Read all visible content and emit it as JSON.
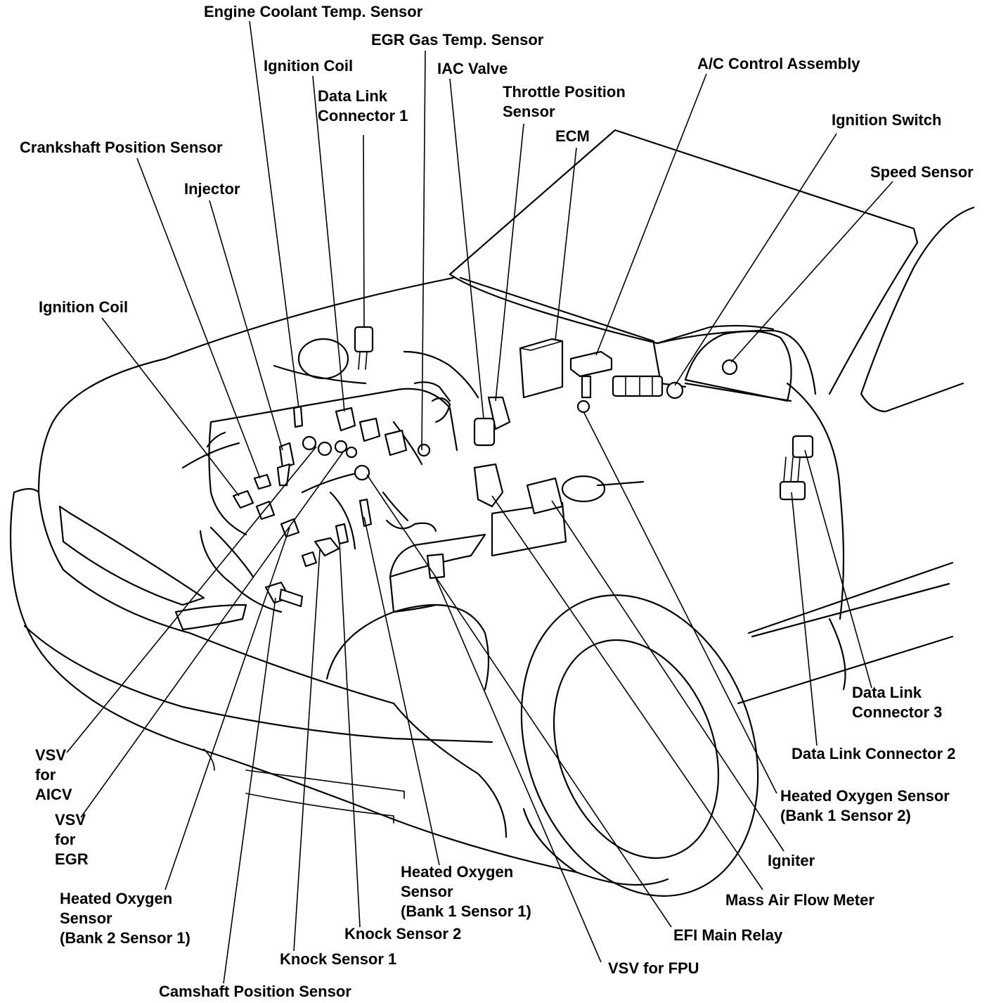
{
  "labels": {
    "engine_coolant_temp_sensor": "Engine Coolant Temp. Sensor",
    "egr_gas_temp_sensor": "EGR Gas Temp. Sensor",
    "ignition_coil_top": "Ignition Coil",
    "iac_valve": "IAC Valve",
    "ac_control_assembly": "A/C Control Assembly",
    "data_link_connector_1": [
      "Data Link",
      "Connector 1"
    ],
    "throttle_position_sensor": [
      "Throttle Position",
      "Sensor"
    ],
    "ecm": "ECM",
    "ignition_switch": "Ignition Switch",
    "crankshaft_position_sensor": "Crankshaft Position Sensor",
    "speed_sensor": "Speed Sensor",
    "injector": "Injector",
    "ignition_coil_left": "Ignition Coil",
    "data_link_connector_3": [
      "Data Link",
      "Connector 3"
    ],
    "data_link_connector_2": "Data Link Connector 2",
    "vsv_for_aicv": [
      "VSV",
      "for",
      "AICV"
    ],
    "heated_oxygen_sensor_b1s2": [
      "Heated Oxygen Sensor",
      "(Bank 1 Sensor 2)"
    ],
    "vsv_for_egr": [
      "VSV",
      "for",
      "EGR"
    ],
    "igniter": "Igniter",
    "heated_oxygen_sensor_b1s1": [
      "Heated Oxygen",
      "Sensor",
      "(Bank 1 Sensor 1)"
    ],
    "heated_oxygen_sensor_b2s1": [
      "Heated Oxygen",
      "Sensor",
      "(Bank 2 Sensor 1)"
    ],
    "mass_air_flow_meter": "Mass Air Flow Meter",
    "knock_sensor_2": "Knock Sensor 2",
    "efi_main_relay": "EFI Main Relay",
    "knock_sensor_1": "Knock Sensor 1",
    "vsv_for_fpu": "VSV for FPU",
    "camshaft_position_sensor": "Camshaft Position Sensor"
  }
}
